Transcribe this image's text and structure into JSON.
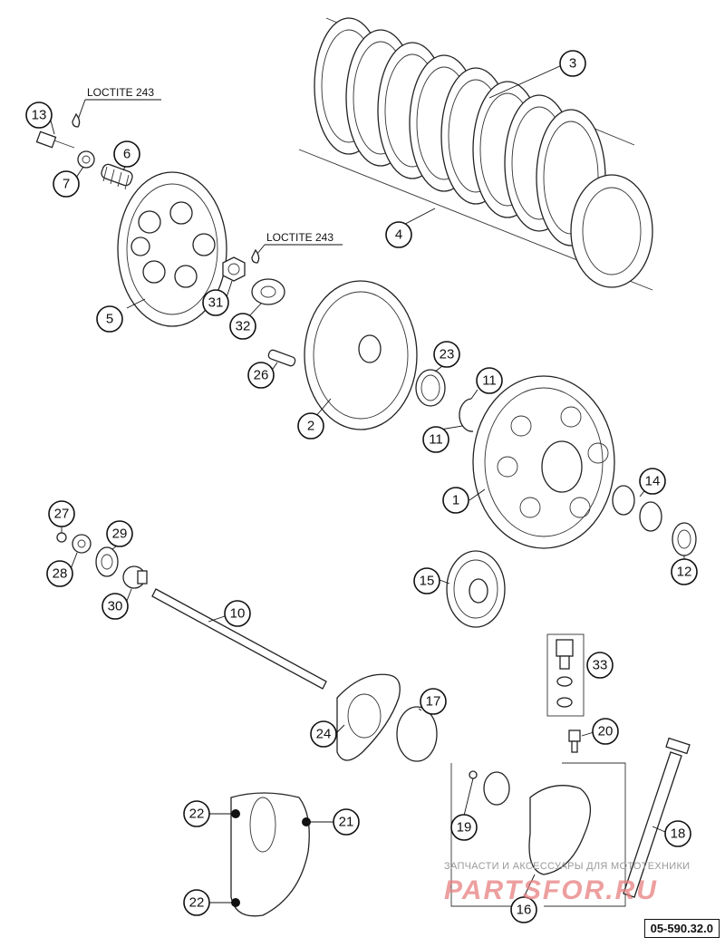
{
  "callouts": [
    "1",
    "2",
    "3",
    "4",
    "5",
    "6",
    "7",
    "10",
    "11",
    "12",
    "13",
    "14",
    "15",
    "16",
    "17",
    "18",
    "19",
    "20",
    "21",
    "22",
    "23",
    "24",
    "26",
    "27",
    "28",
    "29",
    "30",
    "31",
    "32",
    "33"
  ],
  "notes": {
    "loctite": "LOCTITE 243"
  },
  "doc_code": "05-590.32.0",
  "watermark": {
    "line1": "ЗАПЧАСТИ И АКСЕССУАРЫ ДЛЯ МОТОТЕХНИКИ",
    "line2": "PARTSFOR.RU"
  }
}
